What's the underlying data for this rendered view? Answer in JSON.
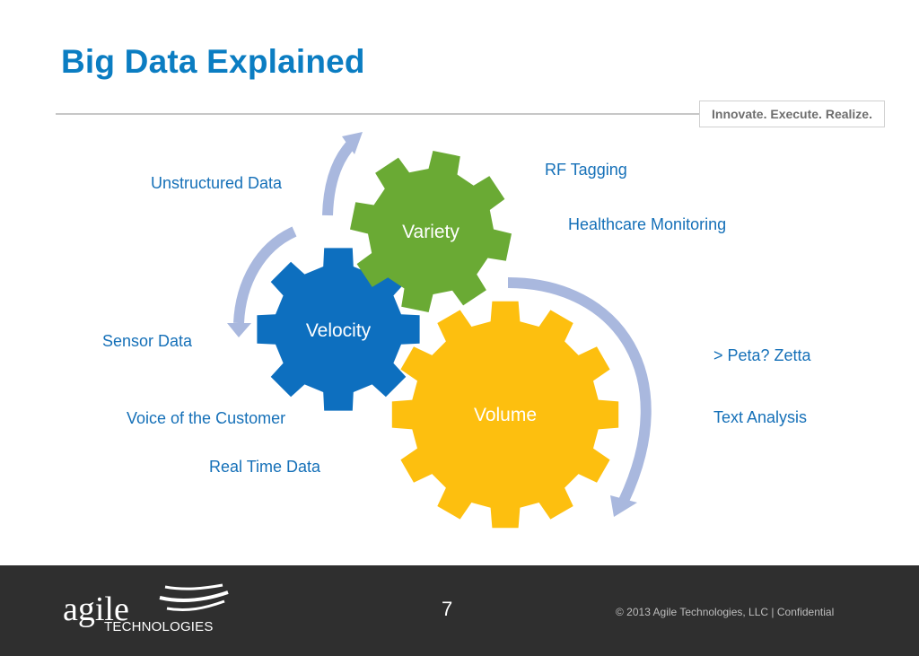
{
  "header": {
    "title": "Big Data Explained",
    "tagline": "Innovate. Execute. Realize."
  },
  "diagram": {
    "gears": {
      "variety": "Variety",
      "velocity": "Velocity",
      "volume": "Volume"
    },
    "labels": {
      "unstructured": "Unstructured Data",
      "rf_tagging": "RF Tagging",
      "healthcare": "Healthcare Monitoring",
      "sensor": "Sensor Data",
      "peta": "> Peta? Zetta",
      "voice": "Voice of the Customer",
      "text_analysis": "Text Analysis",
      "real_time": "Real Time Data"
    },
    "colors": {
      "variety": "#6aaa34",
      "velocity": "#0d6fbf",
      "volume": "#fdbf0f",
      "arrows": "#a9b8de",
      "label_text": "#1570b8",
      "title": "#0b7dc2"
    }
  },
  "footer": {
    "page_number": "7",
    "logo_main": "agile",
    "logo_sub": "TECHNOLOGIES",
    "copyright": "© 2013 Agile Technologies, LLC | Confidential"
  }
}
